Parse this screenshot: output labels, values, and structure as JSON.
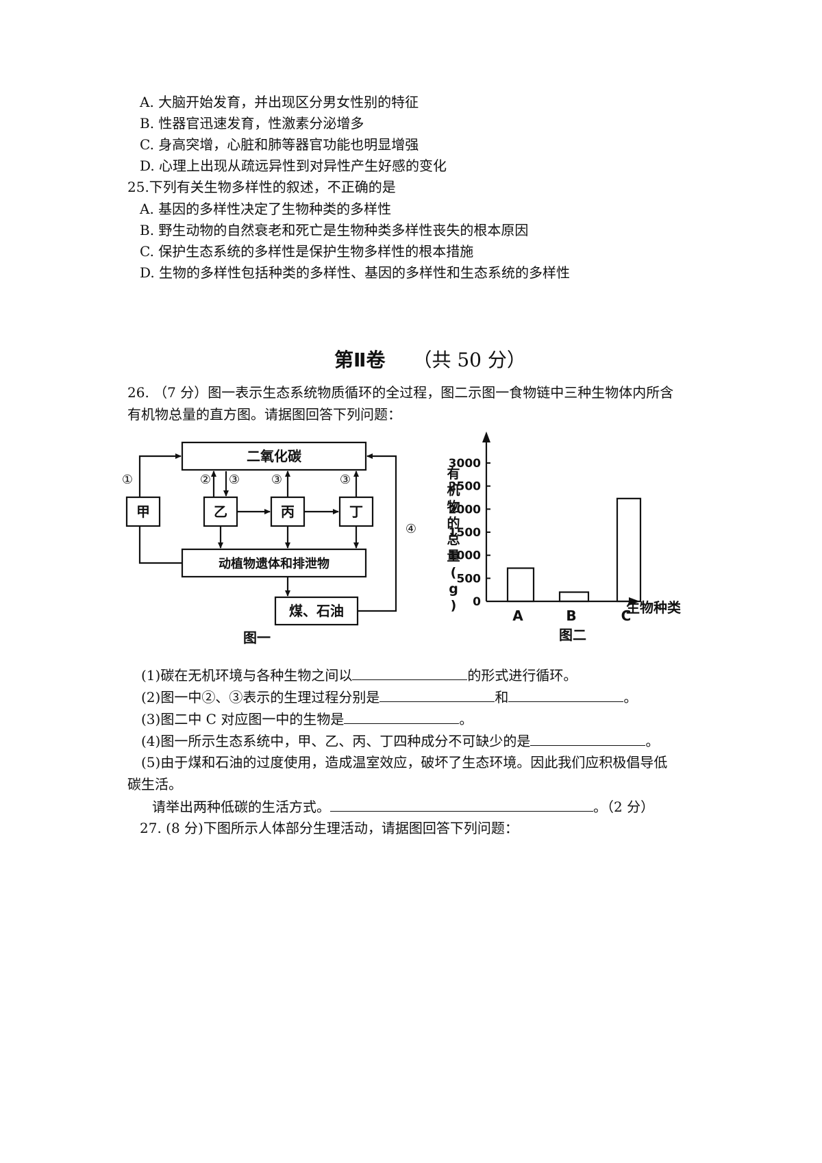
{
  "q24_options": [
    "A. 大脑开始发育，并出现区分男女性别的特征",
    "B. 性器官迅速发育，性激素分泌增多",
    "C. 身高突增，心脏和肺等器官功能也明显增强",
    "D. 心理上出现从疏远异性到对异性产生好感的变化"
  ],
  "q25": {
    "stem": "25.下列有关生物多样性的叙述，不正确的是",
    "options": [
      "A. 基因的多样性决定了生物种类的多样性",
      "B. 野生动物的自然衰老和死亡是生物种类多样性丧失的根本原因",
      "C. 保护生态系统的多样性是保护生物多样性的根本措施",
      "D. 生物的多样性包括种类的多样性、基因的多样性和生态系统的多样性"
    ]
  },
  "section": {
    "title": "第Ⅱ卷",
    "points": "（共 50 分）"
  },
  "q26": {
    "stem_line1": "26. （7 分）图一表示生态系统物质循环的全过程，图二示图一食物链中三种生物体内所含",
    "stem_line2": "有机物总量的直方图。请据图回答下列问题：",
    "sub1_pre": "(1)碳在无机环境与各种生物之间以",
    "sub1_post": "的形式进行循环。",
    "sub2_pre": "(2)图一中②、③表示的生理过程分别是",
    "sub2_mid": "和",
    "sub2_post": "。",
    "sub3_pre": "(3)图二中 C 对应图一中的生物是",
    "sub3_post": "。",
    "sub4_pre": "(4)图一所示生态系统中，甲、乙、丙、丁四种成分不可缺少的是",
    "sub4_post": "。",
    "sub5_line1": "(5)由于煤和石油的过度使用，造成温室效应，破坏了生态环境。因此我们应积极倡导低",
    "sub5_line2": "碳生活。",
    "sub5_line3_pre": "请举出两种低碳的生活方式。",
    "sub5_line3_post": "。（2 分）"
  },
  "q27": {
    "stem": "27. (8 分)下图所示人体部分生理活动，请据图回答下列问题："
  },
  "diagram1": {
    "caption": "图一",
    "co2": "二氧化碳",
    "jia": "甲",
    "yi": "乙",
    "bing": "丙",
    "ding": "丁",
    "remains": "动植物遗体和排泄物",
    "coal": "煤、石油",
    "m1": "①",
    "m2": "②",
    "m3": "③",
    "m4": "④"
  },
  "chart_data": {
    "type": "bar",
    "title": "图二",
    "categories": [
      "A",
      "B",
      "C"
    ],
    "values": [
      720,
      200,
      2230
    ],
    "xlabel": "生物种类",
    "ylabel": "有机物的总量(g)",
    "ylim": [
      0,
      3000
    ],
    "yticks": [
      "0",
      "500",
      "1000",
      "1500",
      "2000",
      "2500",
      "3000"
    ],
    "grid": false
  }
}
